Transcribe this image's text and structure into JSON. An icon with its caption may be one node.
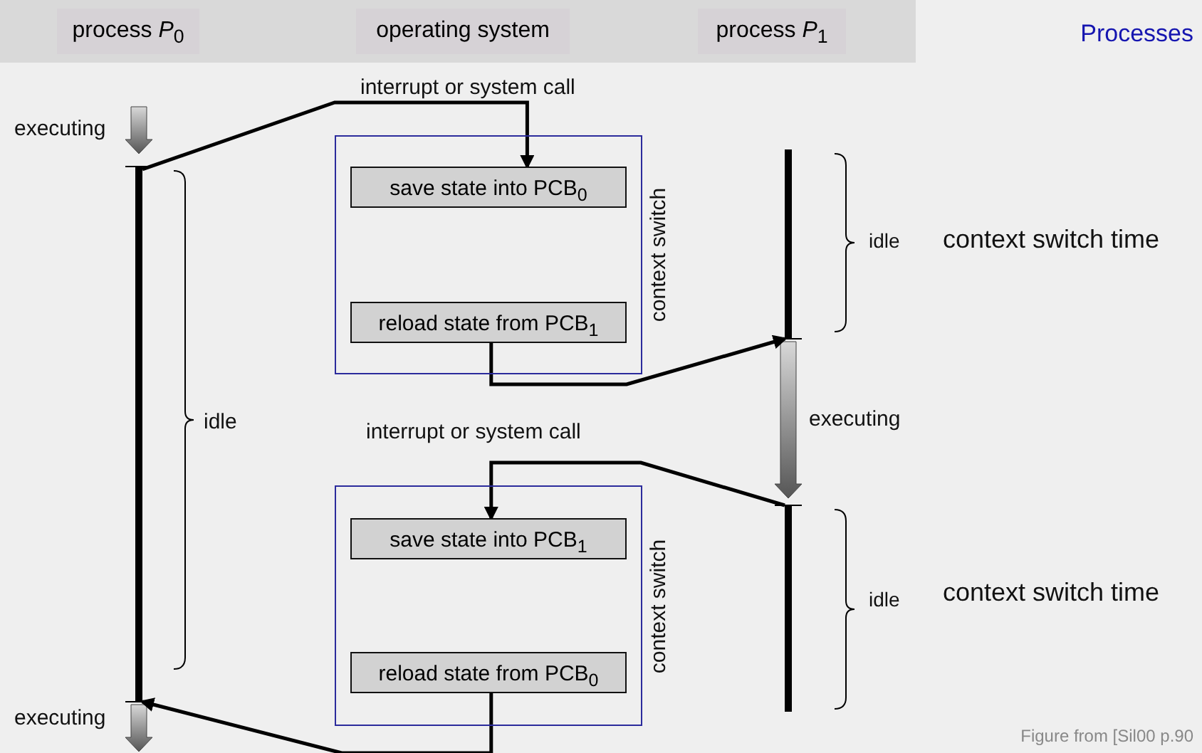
{
  "diagram": {
    "title": "Processes",
    "caption": "Figure from [Sil00 p.90",
    "nodes": [
      {
        "text": [
          "process *P*$_{0}$"
        ]
      },
      {
        "text": [
          "operating system"
        ]
      },
      {
        "text": [
          "process *P*$_{1}$"
        ]
      },
      {
        "text": [
          "context switch"
        ]
      },
      {
        "text": [
          "save state into PCB$_{0}$"
        ],
        "in": 3
      },
      {
        "text": [
          "reload state from PCB$_{1}$"
        ],
        "in": 3
      },
      {
        "text": [
          "context switch"
        ]
      },
      {
        "text": [
          "save state into PCB$_{1}$"
        ],
        "in": 6
      },
      {
        "text": [
          "reload state from PCB$_{0}$"
        ],
        "in": 6
      },
      {
        "text": [],
        "shape": "bar",
        "beside": [
          "idle"
        ]
      },
      {
        "text": [],
        "shape": "bar",
        "beside": [
          "idle"
        ]
      },
      {
        "text": [],
        "shape": "bar",
        "beside": [
          "idle"
        ]
      }
    ],
    "edges": [
      {
        "from": 9,
        "to": 4,
        "arrow": "to",
        "label": "interrupt or system call"
      },
      {
        "from": 5,
        "to": 10,
        "arrow": "to"
      },
      {
        "from": 11,
        "to": 7,
        "arrow": "to",
        "label": "interrupt or system call"
      },
      {
        "from": 8,
        "to": 9,
        "arrow": "to"
      }
    ],
    "labels": [
      "executing",
      "context switch time",
      "executing",
      "context switch time",
      "executing"
    ]
  }
}
